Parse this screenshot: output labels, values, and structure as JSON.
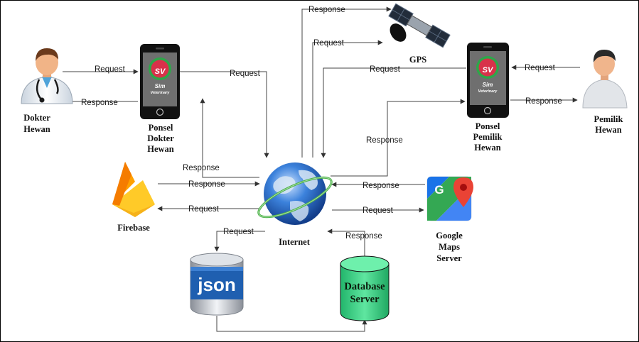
{
  "labels": {
    "request": "Request",
    "response": "Response"
  },
  "nodes": {
    "dokter": [
      "Dokter",
      "Hewan"
    ],
    "ponsel_dokter": [
      "Ponsel",
      "Dokter",
      "Hewan"
    ],
    "gps": "GPS",
    "ponsel_pemilik": [
      "Ponsel",
      "Pemilik",
      "Hewan"
    ],
    "pemilik": [
      "Pemilik",
      "Hewan"
    ],
    "firebase": "Firebase",
    "internet": "Internet",
    "google_maps": [
      "Google",
      "Maps",
      "Server"
    ],
    "json_logo": "json",
    "database": [
      "Database",
      "Server"
    ],
    "app_logo": [
      "SV",
      "Sim",
      "Veterinary"
    ]
  },
  "colors": {
    "firebase_yellow": "#FFCA28",
    "firebase_orange": "#F57C00",
    "globe_blue": "#1E64C8",
    "db_green": "#3FD28A",
    "json_blue": "#1F5FB0",
    "maps_red": "#EA4335",
    "maps_green": "#34A853",
    "maps_blue": "#4285F4"
  },
  "icons": [
    "doctor-icon",
    "phone-icon",
    "satellite-icon",
    "person-icon",
    "firebase-icon",
    "globe-icon",
    "google-maps-icon",
    "json-icon",
    "database-icon"
  ]
}
